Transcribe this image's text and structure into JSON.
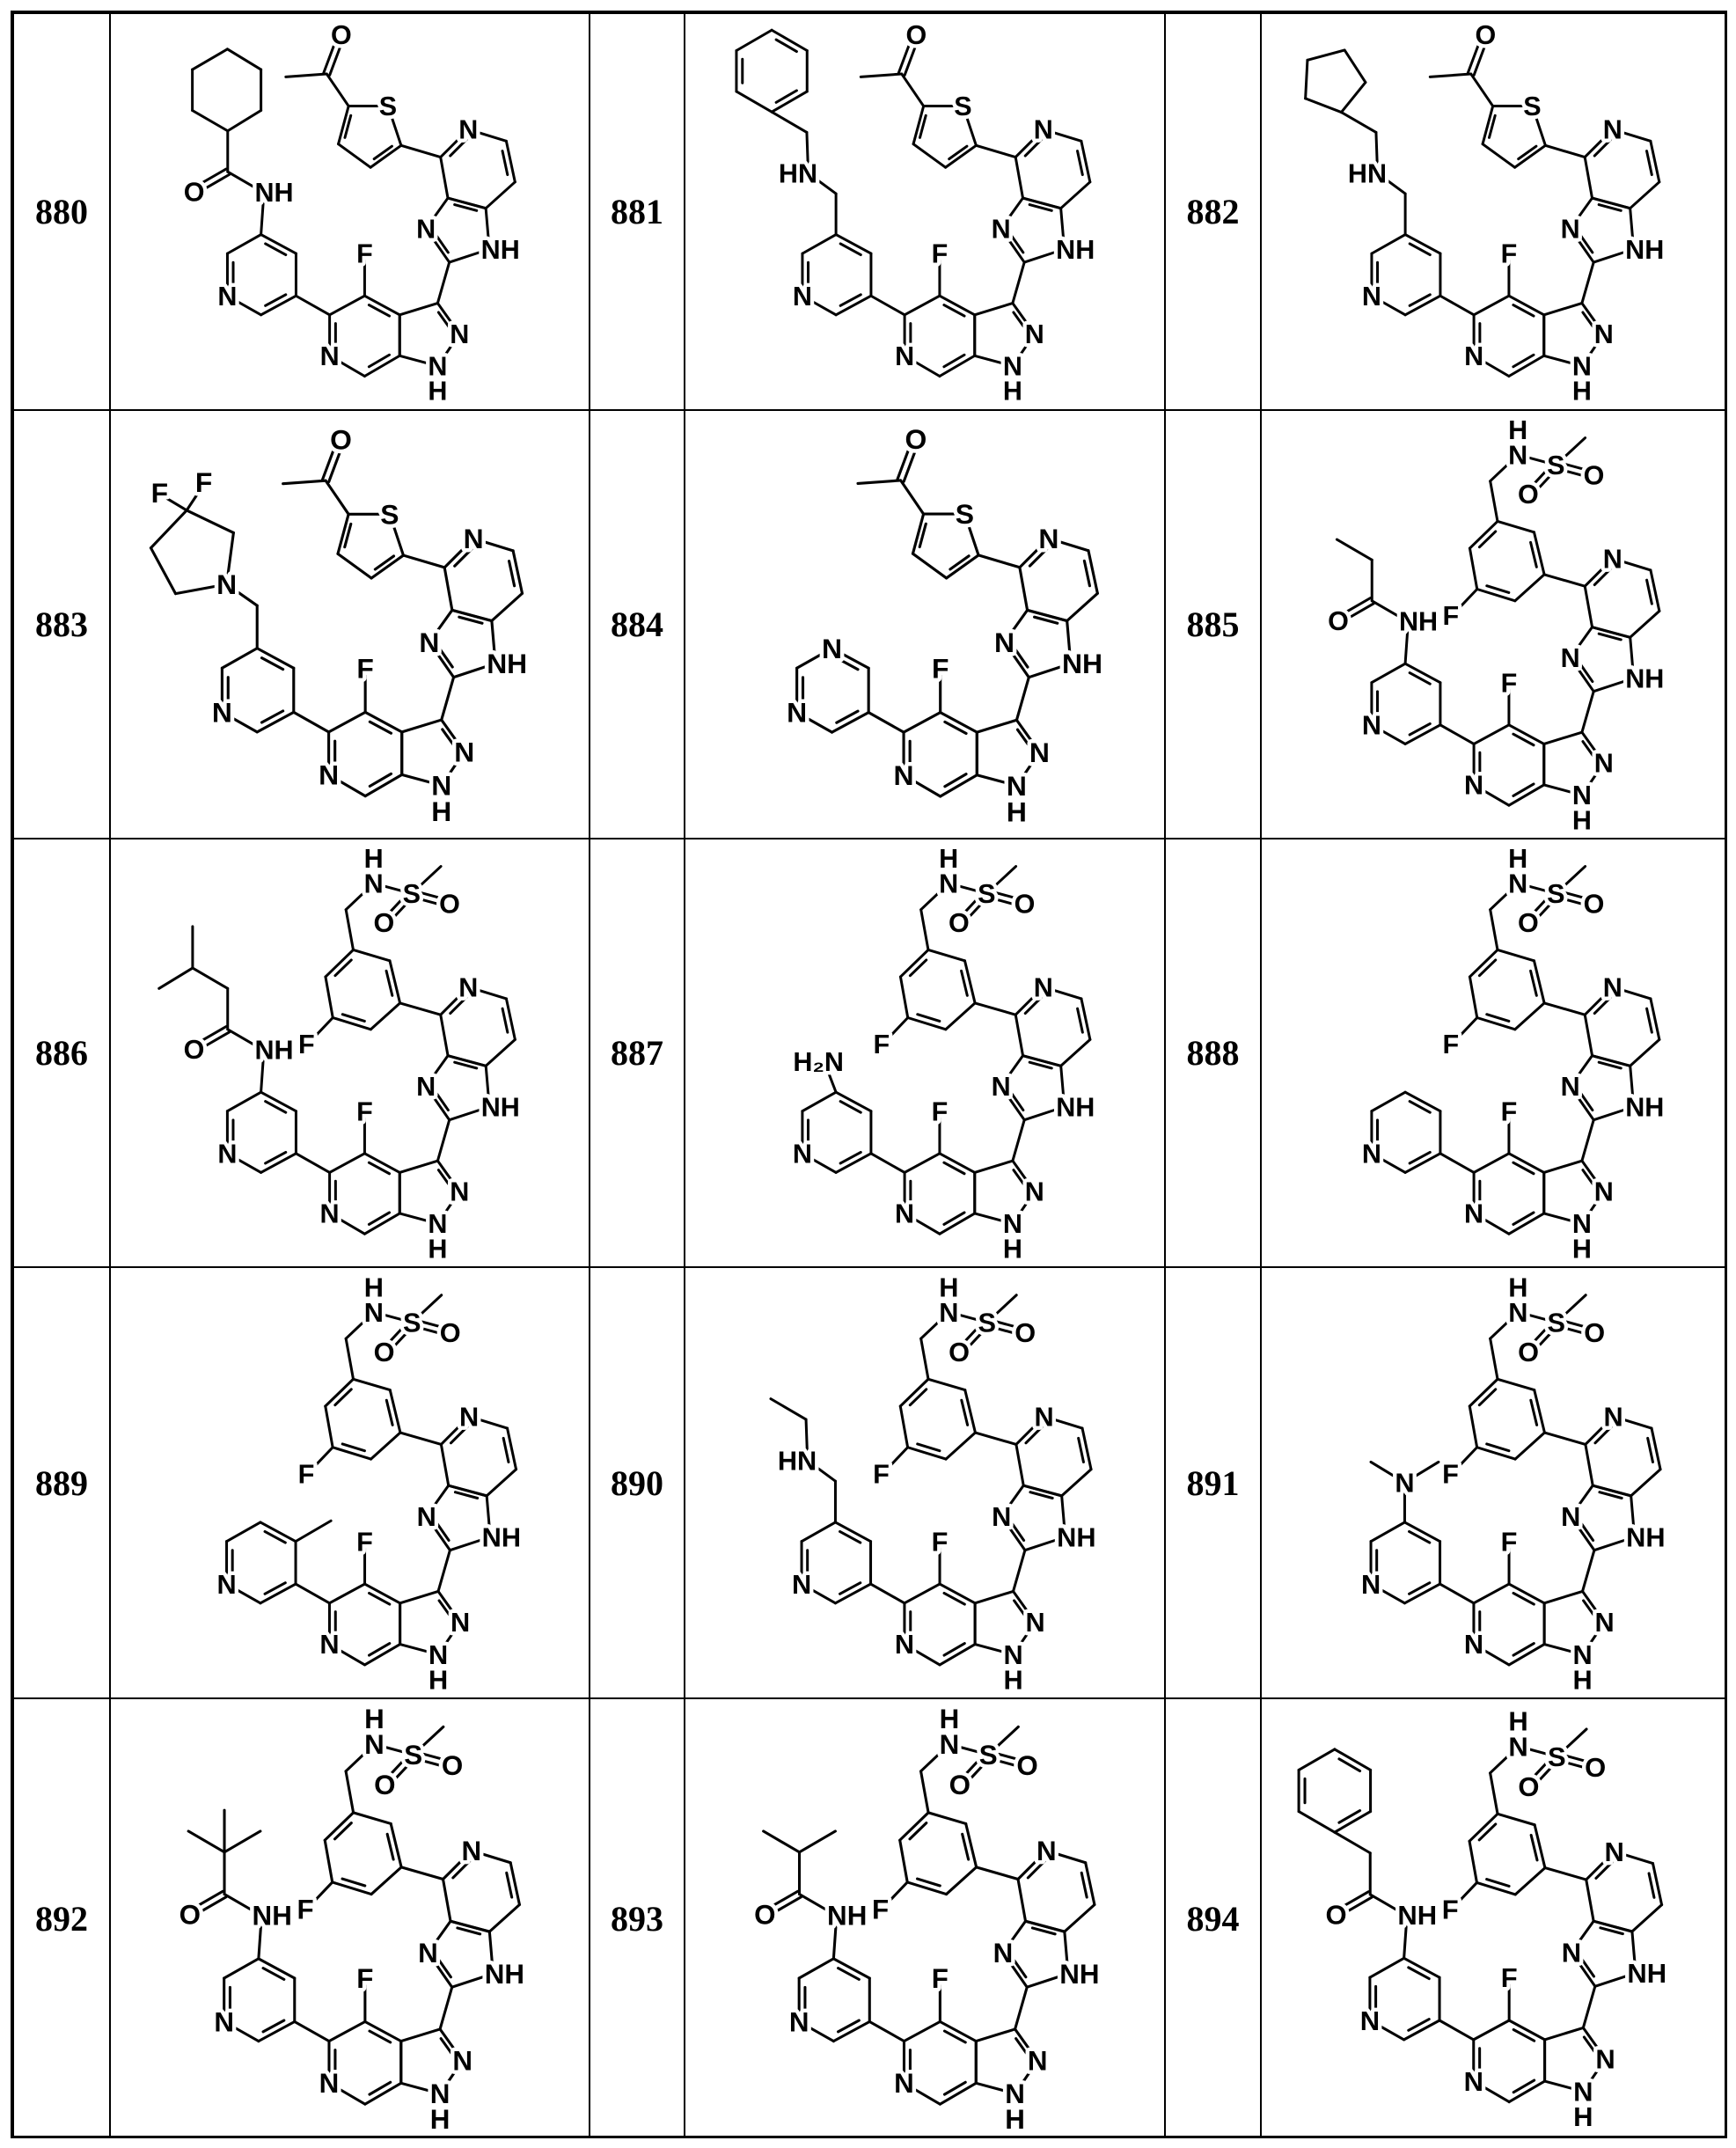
{
  "atom_labels": {
    "N": "N",
    "NH": "NH",
    "HN": "HN",
    "H": "H",
    "F": "F",
    "S": "S",
    "O": "O",
    "H2N": "H₂N"
  },
  "compounds": [
    {
      "id": "880",
      "top_group": "acetylthiophene",
      "left_group": "cyclohexanecarboxamide"
    },
    {
      "id": "881",
      "top_group": "acetylthiophene",
      "left_group": "benzylaminomethyl"
    },
    {
      "id": "882",
      "top_group": "acetylthiophene",
      "left_group": "cyclopentylmethylaminomethyl"
    },
    {
      "id": "883",
      "top_group": "acetylthiophene",
      "left_group": "difluoropyrrolidinylmethyl"
    },
    {
      "id": "884",
      "top_group": "acetylthiophene",
      "left_group": "pyrimidinyl"
    },
    {
      "id": "885",
      "top_group": "sulfonamidomethyl-fluorophenyl",
      "left_group": "propanamide"
    },
    {
      "id": "886",
      "top_group": "sulfonamidomethyl-fluorophenyl",
      "left_group": "3-methylbutanamide"
    },
    {
      "id": "887",
      "top_group": "sulfonamidomethyl-fluorophenyl",
      "left_group": "amino"
    },
    {
      "id": "888",
      "top_group": "sulfonamidomethyl-fluorophenyl",
      "left_group": "none"
    },
    {
      "id": "889",
      "top_group": "sulfonamidomethyl-fluorophenyl",
      "left_group": "methylpyridyl"
    },
    {
      "id": "890",
      "top_group": "sulfonamidomethyl-fluorophenyl",
      "left_group": "ethylaminomethyl"
    },
    {
      "id": "891",
      "top_group": "sulfonamidomethyl-fluorophenyl",
      "left_group": "dimethylamino"
    },
    {
      "id": "892",
      "top_group": "sulfonamidomethyl-fluorophenyl",
      "left_group": "pivalamide"
    },
    {
      "id": "893",
      "top_group": "sulfonamidomethyl-fluorophenyl",
      "left_group": "isobutyramide"
    },
    {
      "id": "894",
      "top_group": "sulfonamidomethyl-fluorophenyl",
      "left_group": "phenylacetamide"
    }
  ]
}
